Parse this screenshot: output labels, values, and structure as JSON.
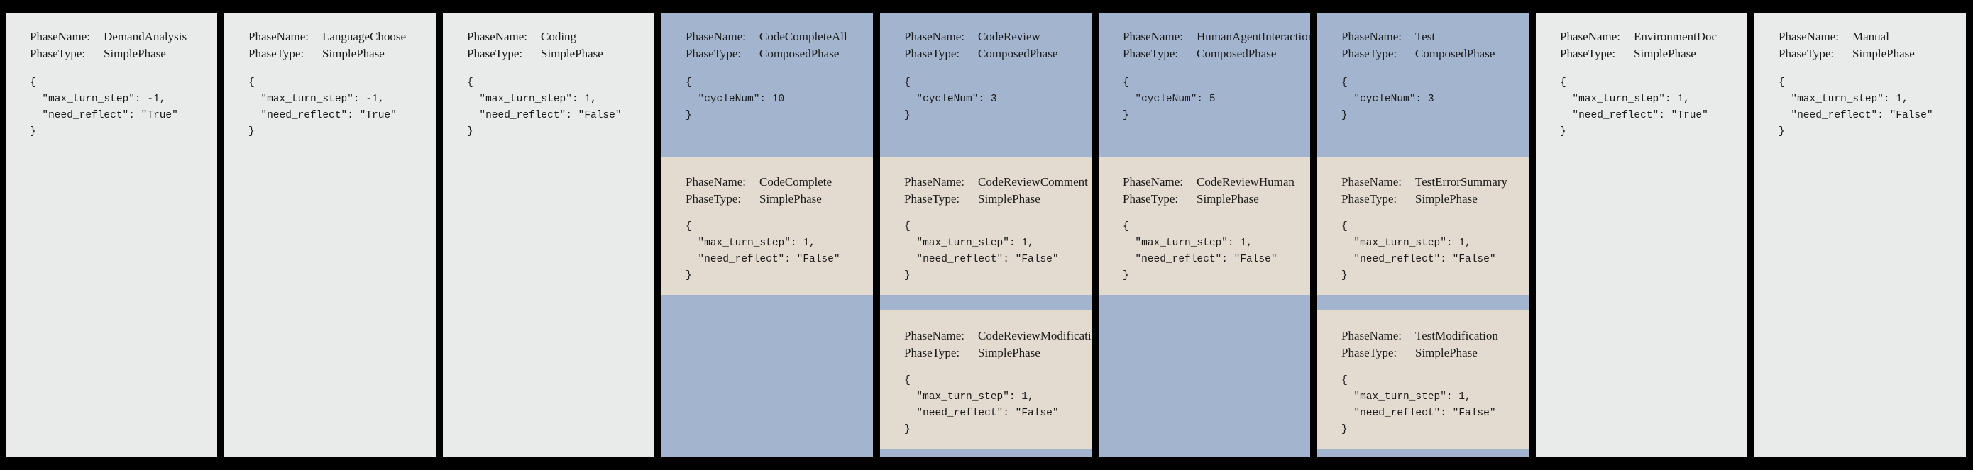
{
  "background_color": "#000000",
  "colors": {
    "simple_phase_bg": "#e8ebe9",
    "composed_phase_bg": "#a3b5ce",
    "sub_phase_bg": "#e3dad0",
    "text": "#1a1a1a"
  },
  "labels": {
    "phase_name_key": "PhaseName:",
    "phase_type_key": "PhaseType:"
  },
  "panels": [
    {
      "phase_name": "DemandAnalysis",
      "phase_type": "SimplePhase",
      "kind": "simple",
      "config": "{\n  \"max_turn_step\": -1,\n  \"need_reflect\": \"True\"\n}",
      "sub_phases": []
    },
    {
      "phase_name": "LanguageChoose",
      "phase_type": "SimplePhase",
      "kind": "simple",
      "config": "{\n  \"max_turn_step\": -1,\n  \"need_reflect\": \"True\"\n}",
      "sub_phases": []
    },
    {
      "phase_name": "Coding",
      "phase_type": "SimplePhase",
      "kind": "simple",
      "config": "{\n  \"max_turn_step\": 1,\n  \"need_reflect\": \"False\"\n}",
      "sub_phases": []
    },
    {
      "phase_name": "CodeCompleteAll",
      "phase_type": "ComposedPhase",
      "kind": "composed",
      "config": "{\n  \"cycleNum\": 10\n}",
      "sub_phases": [
        {
          "phase_name": "CodeComplete",
          "phase_type": "SimplePhase",
          "config": "{\n  \"max_turn_step\": 1,\n  \"need_reflect\": \"False\"\n}"
        }
      ]
    },
    {
      "phase_name": "CodeReview",
      "phase_type": "ComposedPhase",
      "kind": "composed",
      "config": "{\n  \"cycleNum\": 3\n}",
      "sub_phases": [
        {
          "phase_name": "CodeReviewComment",
          "phase_type": "SimplePhase",
          "config": "{\n  \"max_turn_step\": 1,\n  \"need_reflect\": \"False\"\n}"
        },
        {
          "phase_name": "CodeReviewModification",
          "phase_type": "SimplePhase",
          "config": "{\n  \"max_turn_step\": 1,\n  \"need_reflect\": \"False\"\n}"
        }
      ]
    },
    {
      "phase_name": "HumanAgentInteraction",
      "phase_type": "ComposedPhase",
      "kind": "composed",
      "config": "{\n  \"cycleNum\": 5\n}",
      "sub_phases": [
        {
          "phase_name": "CodeReviewHuman",
          "phase_type": "SimplePhase",
          "config": "{\n  \"max_turn_step\": 1,\n  \"need_reflect\": \"False\"\n}"
        }
      ]
    },
    {
      "phase_name": "Test",
      "phase_type": "ComposedPhase",
      "kind": "composed",
      "config": "{\n  \"cycleNum\": 3\n}",
      "sub_phases": [
        {
          "phase_name": "TestErrorSummary",
          "phase_type": "SimplePhase",
          "config": "{\n  \"max_turn_step\": 1,\n  \"need_reflect\": \"False\"\n}"
        },
        {
          "phase_name": "TestModification",
          "phase_type": "SimplePhase",
          "config": "{\n  \"max_turn_step\": 1,\n  \"need_reflect\": \"False\"\n}"
        }
      ]
    },
    {
      "phase_name": "EnvironmentDoc",
      "phase_type": "SimplePhase",
      "kind": "simple",
      "config": "{\n  \"max_turn_step\": 1,\n  \"need_reflect\": \"True\"\n}",
      "sub_phases": []
    },
    {
      "phase_name": "Manual",
      "phase_type": "SimplePhase",
      "kind": "simple",
      "config": "{\n  \"max_turn_step\": 1,\n  \"need_reflect\": \"False\"\n}",
      "sub_phases": []
    }
  ]
}
